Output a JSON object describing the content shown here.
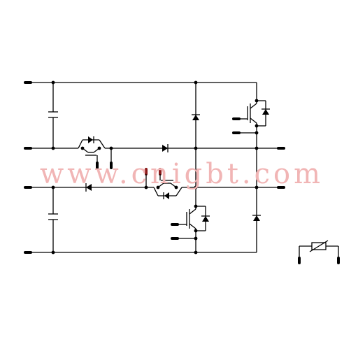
{
  "watermark": {
    "text": "www.cnigbt.com"
  },
  "colors": {
    "wire": "#000000",
    "watermark": "#f1b5b5",
    "red_terminal": "#8b1a1a"
  },
  "components": {
    "capacitors": [
      "capacitor-upper",
      "capacitor-lower"
    ],
    "diodes": [
      "diode-center-vertical",
      "diode-right-vertical",
      "diode-upper-horizontal",
      "diode-lower-horizontal"
    ],
    "transistors": [
      "igbt-upper-right",
      "igbt-lower-center",
      "igbt-upper-left-bidirectional",
      "igbt-lower-center-bidirectional"
    ],
    "thermistor": "ntc-thermistor"
  }
}
